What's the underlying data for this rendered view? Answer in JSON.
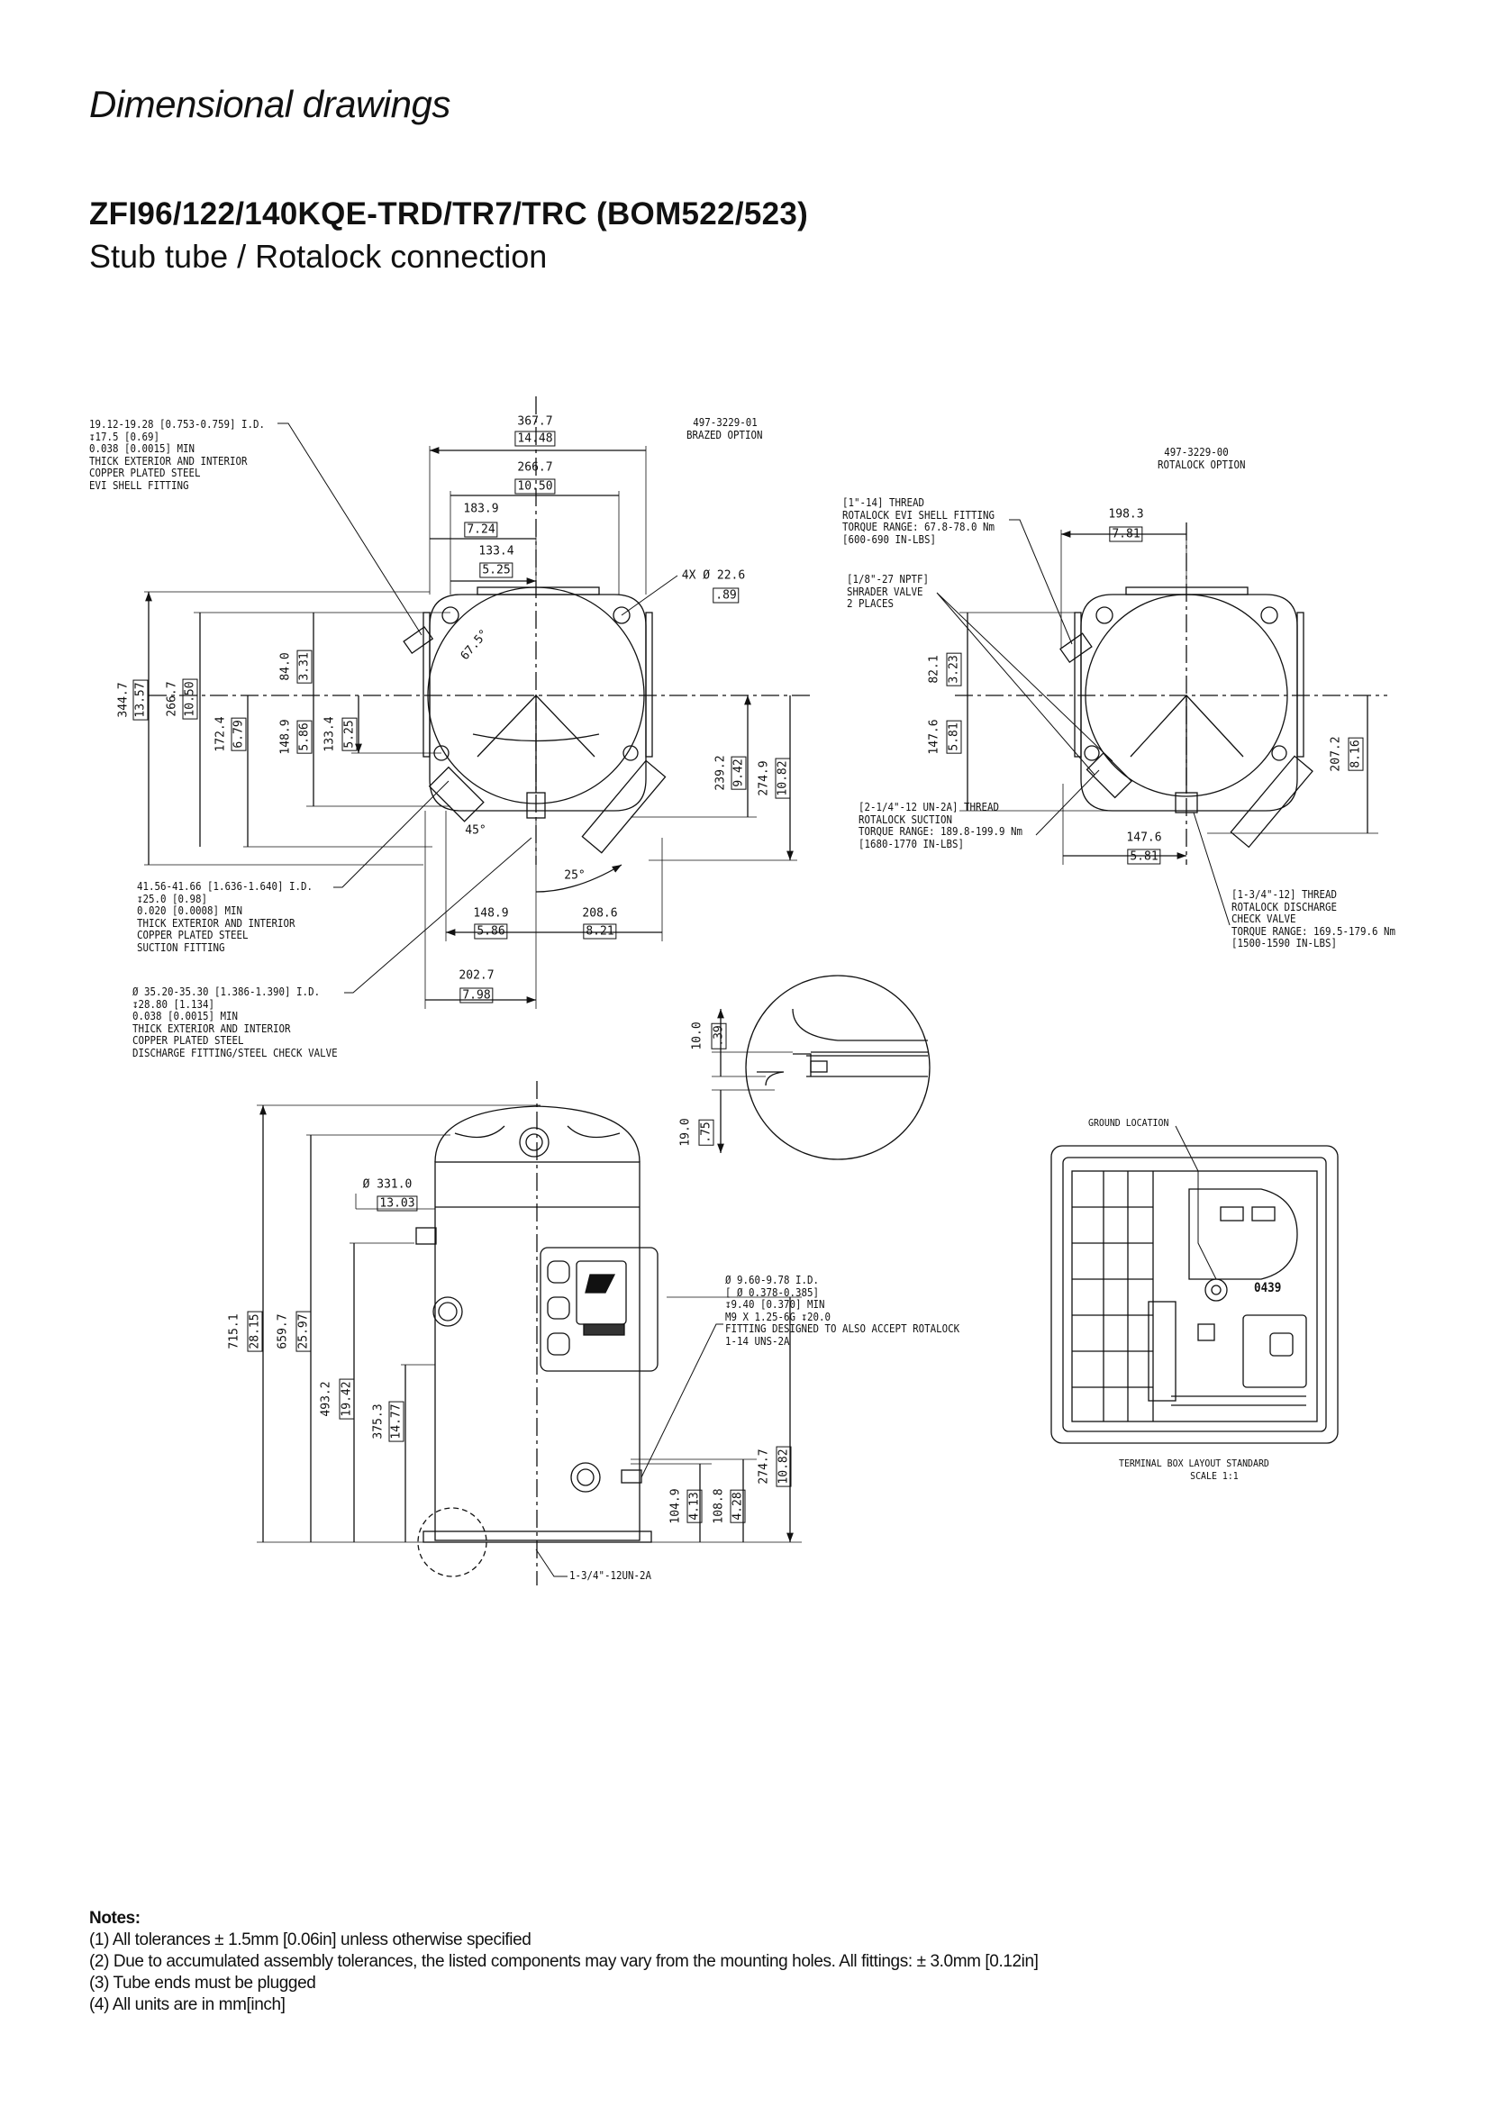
{
  "header": {
    "title": "Dimensional drawings",
    "model": "ZFI96/122/140KQE-TRD/TR7/TRC (BOM522/523)",
    "subtitle": "Stub tube / Rotalock connection"
  },
  "brazed_view": {
    "part_no": "497-3229-01",
    "option": "BRAZED OPTION",
    "evi_note": [
      "19.12-19.28 [0.753-0.759] I.D.",
      "↧17.5 [0.69]",
      "0.038 [0.0015] MIN",
      "THICK EXTERIOR AND INTERIOR",
      "COPPER PLATED STEEL",
      "EVI SHELL FITTING"
    ],
    "suction_note": [
      "41.56-41.66 [1.636-1.640] I.D.",
      "↧25.0 [0.98]",
      "0.020 [0.0008] MIN",
      "THICK EXTERIOR AND INTERIOR",
      "COPPER PLATED STEEL",
      "SUCTION FITTING"
    ],
    "discharge_note": [
      "Ø 35.20-35.30 [1.386-1.390] I.D.",
      "↧28.80 [1.134]",
      "0.038 [0.0015] MIN",
      "THICK EXTERIOR AND INTERIOR",
      "COPPER PLATED STEEL",
      "DISCHARGE FITTING/STEEL CHECK VALVE"
    ],
    "holes": [
      "4X Ø 22.6",
      ".89"
    ],
    "dims": [
      [
        "367.7",
        "14.48"
      ],
      [
        "266.7",
        "10.50"
      ],
      [
        "183.9",
        "7.24"
      ],
      [
        "133.4",
        "5.25"
      ],
      [
        "344.7",
        "13.57"
      ],
      [
        "266.7",
        "10.50"
      ],
      [
        "172.4",
        "6.79"
      ],
      [
        "148.9",
        "5.86"
      ],
      [
        "84.0",
        "3.31"
      ],
      [
        "133.4",
        "5.25"
      ],
      [
        "239.2",
        "9.42"
      ],
      [
        "274.9",
        "10.82"
      ],
      [
        "148.9",
        "5.86"
      ],
      [
        "208.6",
        "8.21"
      ],
      [
        "202.7",
        "7.98"
      ]
    ],
    "angles": [
      "67.5°",
      "45°",
      "25°"
    ]
  },
  "rotalock_view": {
    "part_no": "497-3229-00",
    "option": "ROTALOCK OPTION",
    "evi_note": [
      "[1\"-14] THREAD",
      "ROTALOCK EVI SHELL FITTING",
      "TORQUE RANGE: 67.8-78.0 Nm",
      "[600-690 IN-LBS]"
    ],
    "shrader_note": [
      "[1/8\"-27 NPTF]",
      "SHRADER VALVE",
      "2 PLACES"
    ],
    "suction_note": [
      "[2-1/4\"-12 UN-2A] THREAD",
      "ROTALOCK SUCTION",
      "TORQUE RANGE: 189.8-199.9 Nm",
      "[1680-1770 IN-LBS]"
    ],
    "discharge_note": [
      "[1-3/4\"-12] THREAD",
      "ROTALOCK DISCHARGE",
      "CHECK VALVE",
      "TORQUE RANGE: 169.5-179.6 Nm",
      "[1500-1590 IN-LBS]"
    ],
    "dims": [
      [
        "198.3",
        "7.81"
      ],
      [
        "82.1",
        "3.23"
      ],
      [
        "147.6",
        "5.81"
      ],
      [
        "207.2",
        "8.16"
      ],
      [
        "147.6",
        "5.81"
      ]
    ]
  },
  "detail_view": {
    "dims": [
      [
        "10.0",
        ".39"
      ],
      [
        "19.0",
        ".75"
      ]
    ]
  },
  "side_view": {
    "diameter": [
      "Ø 331.0",
      "13.03"
    ],
    "fitting_note": [
      "Ø 9.60-9.78 I.D.",
      "[ Ø 0.378-0.385]",
      "↧9.40 [0.370] MIN",
      "M9 X 1.25-6G ↧20.0",
      "FITTING DESIGNED TO ALSO ACCEPT ROTALOCK",
      "1-14 UNS-2A"
    ],
    "thread_label": "1-3/4\"-12UN-2A",
    "dims": [
      [
        "715.1",
        "28.15"
      ],
      [
        "659.7",
        "25.97"
      ],
      [
        "493.2",
        "19.42"
      ],
      [
        "375.3",
        "14.77"
      ],
      [
        "104.9",
        "4.13"
      ],
      [
        "108.8",
        "4.28"
      ],
      [
        "274.7",
        "10.82"
      ]
    ]
  },
  "terminal_box": {
    "ground": "GROUND LOCATION",
    "code": "0439",
    "caption": [
      "TERMINAL BOX LAYOUT STANDARD",
      "SCALE 1:1"
    ]
  },
  "notes": {
    "title": "Notes:",
    "items": [
      "(1) All tolerances ± 1.5mm [0.06in] unless otherwise specified",
      "(2) Due to accumulated assembly tolerances, the listed components may vary from the mounting holes.  All fittings: ± 3.0mm [0.12in]",
      "(3) Tube ends must be plugged",
      "(4) All units are in mm[inch]"
    ]
  }
}
